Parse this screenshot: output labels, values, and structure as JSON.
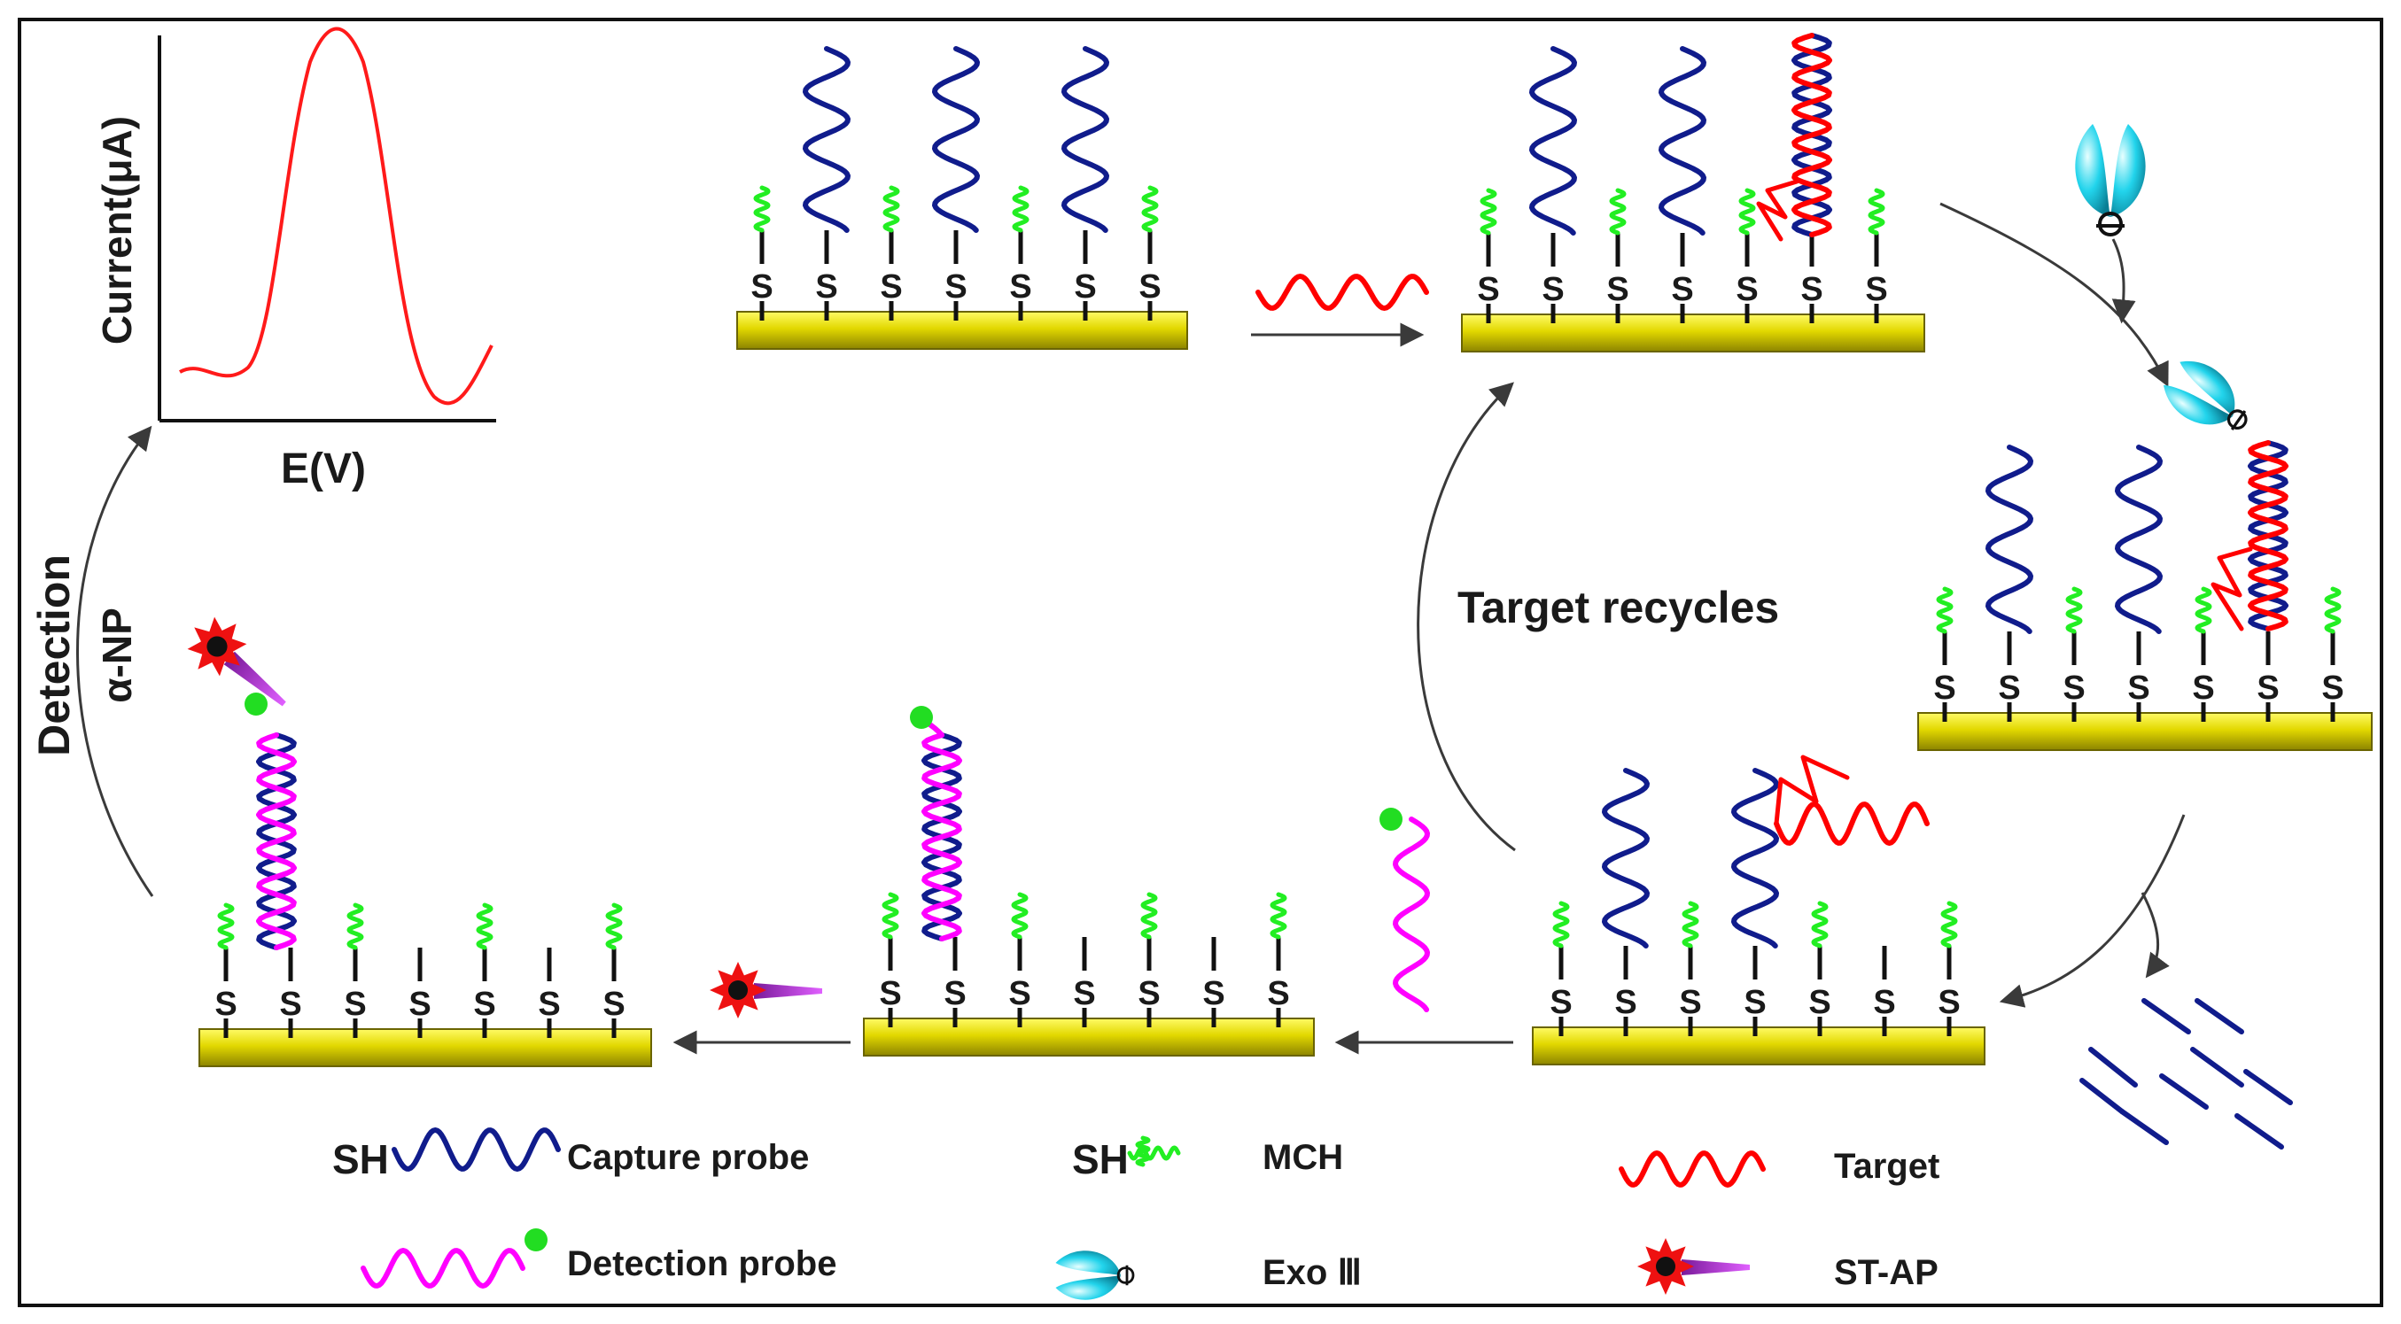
{
  "plot": {
    "ylabel": "Current(μA)",
    "xlabel": "E(V)"
  },
  "labels": {
    "detection": "Detection",
    "alpha_np": "α-NP",
    "target_recycles": "Target recycles",
    "sulfur": "S"
  },
  "legend": {
    "sh": "SH",
    "capture_probe": "Capture probe",
    "mch": "MCH",
    "target": "Target",
    "detection_probe": "Detection probe",
    "exo": "Exo Ⅲ",
    "st_ap": "ST-AP"
  },
  "colors": {
    "capture": "#101c8c",
    "target": "#ff0000",
    "detection": "#ff00ff",
    "mch": "#22ee22",
    "gold": "#d8d000",
    "enzyme": "#20d0e8",
    "arrow": "#3a3a3a",
    "green_dot": "#22dd22"
  }
}
